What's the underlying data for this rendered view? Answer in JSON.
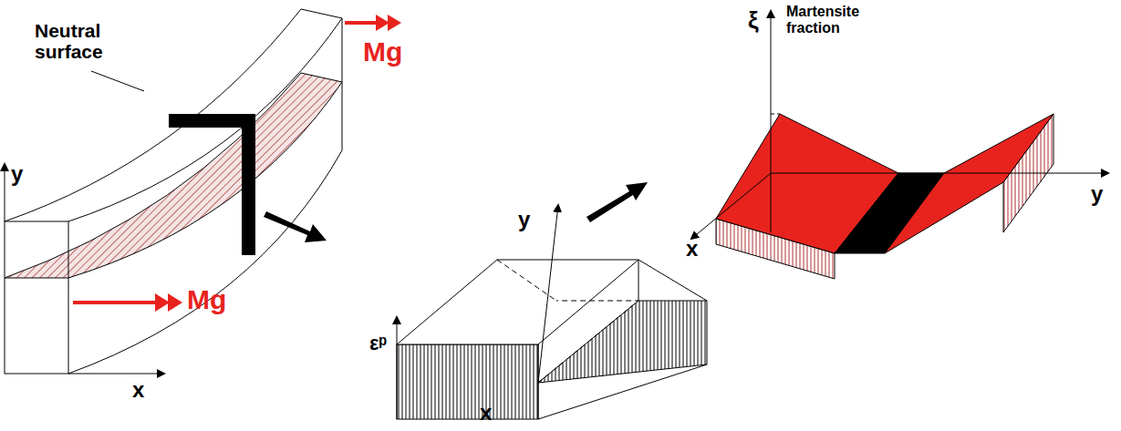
{
  "diagram": {
    "labels": [
      "Neutral surface",
      "Mg",
      "y",
      "Mg",
      "x",
      "y",
      "εᵖ",
      "x",
      "ξ",
      "Martensite fraction",
      "y",
      "x"
    ]
  }
}
